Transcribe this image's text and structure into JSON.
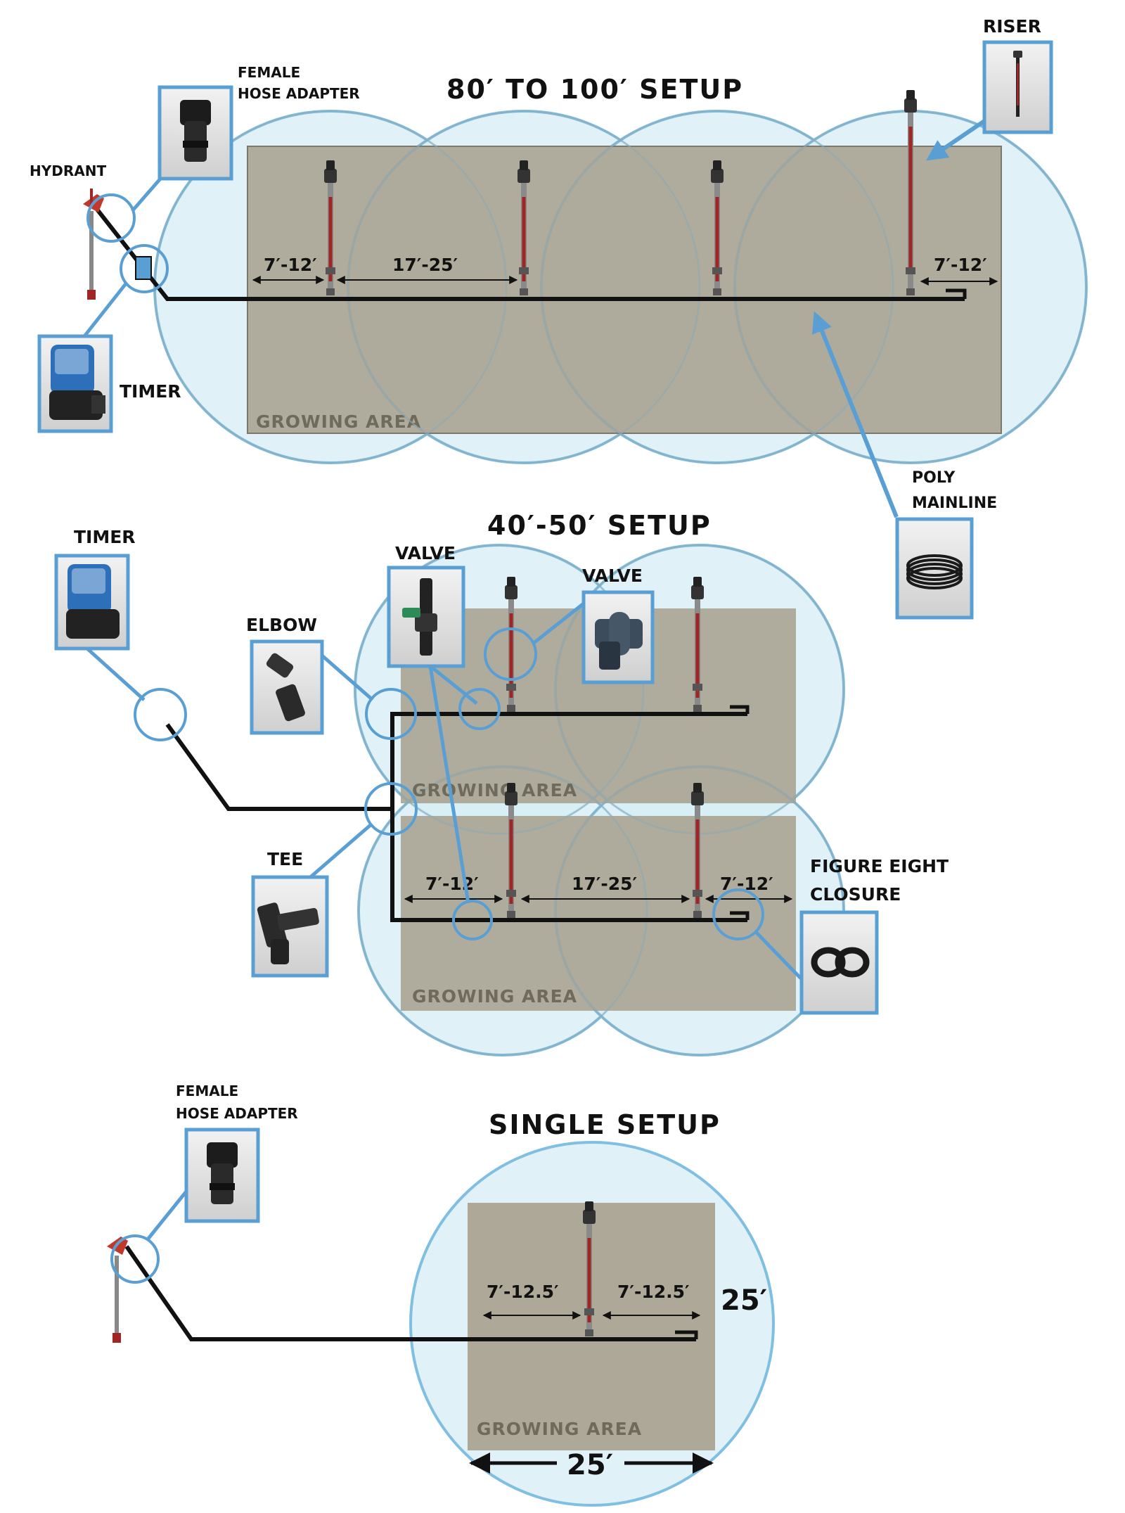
{
  "colors": {
    "growing_area": "#a9a28f",
    "spray_circle_fill": "#d6edf6",
    "spray_circle_stroke": "#7fbfe2",
    "callout_blue": "#5a9fd4",
    "mainline": "#111111",
    "riser_red": "#a02525"
  },
  "top": {
    "title": "80′ TO 100′ SETUP",
    "growing_area": "GROWING AREA",
    "dim_left": "7′-12′",
    "dim_mid": "17′-25′",
    "dim_right": "7′-12′",
    "labels": {
      "female_hose_adapter_1": "FEMALE",
      "female_hose_adapter_2": "HOSE ADAPTER",
      "hydrant": "HYDRANT",
      "timer": "TIMER",
      "riser": "RISER",
      "poly_1": "POLY",
      "poly_2": "MAINLINE"
    }
  },
  "middle": {
    "title": "40′-50′ SETUP",
    "growing_area_top": "GROWING AREA",
    "growing_area_bottom": "GROWING AREA",
    "dim_left": "7′-12′",
    "dim_mid": "17′-25′",
    "dim_right": "7′-12′",
    "labels": {
      "timer": "TIMER",
      "valve_1": "VALVE",
      "valve_2": "VALVE",
      "elbow": "ELBOW",
      "tee": "TEE",
      "figure_eight_1": "FIGURE EIGHT",
      "figure_eight_2": "CLOSURE"
    }
  },
  "bottom": {
    "title": "SINGLE SETUP",
    "growing_area": "GROWING AREA",
    "dim_left": "7′-12.5′",
    "dim_right": "7′-12.5′",
    "dim_height": "25′",
    "dim_width": "25′",
    "labels": {
      "female_hose_adapter_1": "FEMALE",
      "female_hose_adapter_2": "HOSE ADAPTER"
    }
  },
  "icons": [
    "hydrant-icon",
    "female-hose-adapter-icon",
    "timer-icon",
    "riser-icon",
    "poly-mainline-icon",
    "ball-valve-icon",
    "pvc-valve-icon",
    "elbow-fitting-icon",
    "tee-fitting-icon",
    "figure-eight-closure-icon"
  ]
}
